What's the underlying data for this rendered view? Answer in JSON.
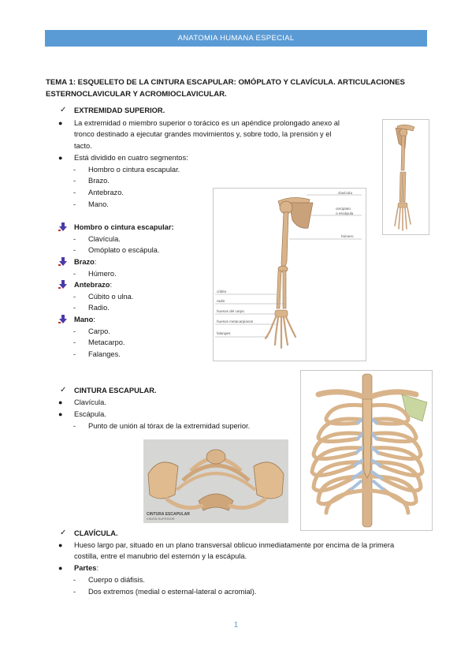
{
  "header": {
    "title": "ANATOMIA HUMANA ESPECIAL"
  },
  "tema": {
    "title": "TEMA 1: ESQUELETO DE LA CINTURA ESCAPULAR: OMÓPLATO Y CLAVÍCULA. ARTICULACIONES ESTERNOCLAVICULAR Y ACROMIOCLAVICULAR."
  },
  "s1": {
    "heading": "EXTREMIDAD SUPERIOR.",
    "b1_l1": "La extremidad o miembro superior o torácico es un apéndice prolongado anexo al",
    "b1_l2": "tronco destinado a ejecutar grandes movimientos y, sobre todo, la prensión y el",
    "b1_l3": "tacto.",
    "b2": "Está dividido en cuatro segmentos:",
    "segments": [
      "Hombro o cintura escapular.",
      "Brazo.",
      "Antebrazo.",
      "Mano."
    ]
  },
  "groups": {
    "hombro": {
      "title": "Hombro o cintura escapular:",
      "items": [
        "Clavícula.",
        "Omóplato o escápula."
      ]
    },
    "brazo": {
      "title": "Brazo",
      "items": [
        "Húmero."
      ]
    },
    "antebrazo": {
      "title": "Antebrazo",
      "items": [
        "Cúbito o ulna.",
        "Radio."
      ]
    },
    "mano": {
      "title": "Mano",
      "items": [
        "Carpo.",
        "Metacarpo.",
        "Falanges."
      ]
    }
  },
  "fig_arm_labels": {
    "clavicula": "clavícula",
    "omoplato": "omóplato",
    "escapula": "o escápula",
    "humero": "húmero",
    "cubito": "cúbito",
    "radio": "radio",
    "huesos_carpo": "huesos del carpo",
    "huesos_metacarpianos": "huesos metacarpianos",
    "falanges": "falanges"
  },
  "fig_girdle": {
    "caption1": "CINTURA ESCAPULAR",
    "caption2": "VISIÓN SUPERIOR"
  },
  "s2": {
    "heading": "CINTURA ESCAPULAR.",
    "items": [
      "Clavícula.",
      "Escápula."
    ],
    "sub": "Punto de unión al tórax de la extremidad superior."
  },
  "s3": {
    "heading": "CLAVÍCULA.",
    "b1_l1": "Hueso largo par, situado en un plano transversal oblicuo inmediatamente por encima de la primera",
    "b1_l2": "costilla, entre el manubrio del esternón y la escápula.",
    "partes": "Partes",
    "parts": [
      "Cuerpo o diáfisis.",
      "Dos extremos (medial o esternal-lateral o acromial)."
    ]
  },
  "page": {
    "number": "1"
  },
  "colors": {
    "header_bg": "#5b9bd5",
    "bone": "#d9b48a",
    "cartilage": "#a9c1dc",
    "arrow": "#4a3aa8"
  }
}
